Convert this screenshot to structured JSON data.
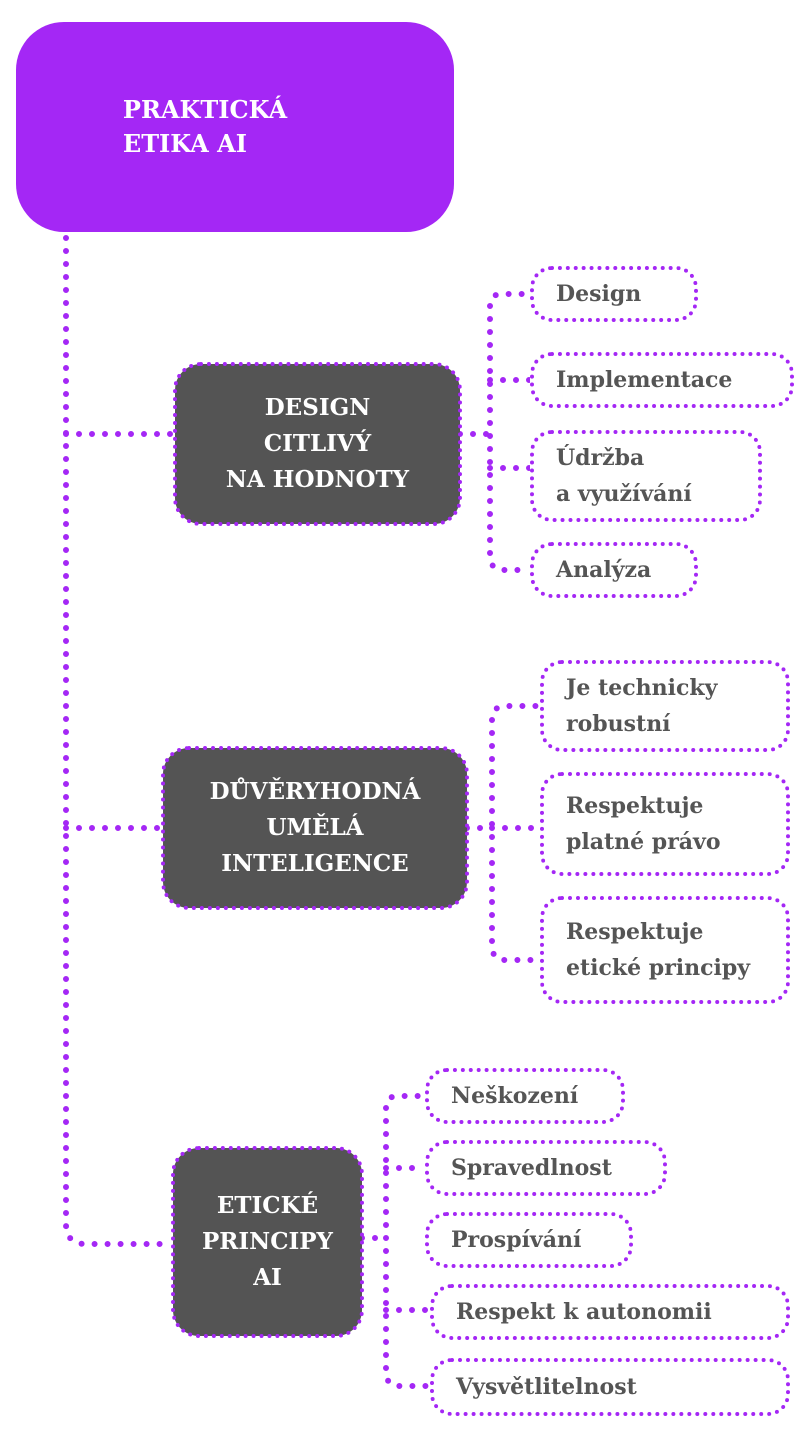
{
  "colors": {
    "accent": "#a427f5",
    "hub_fill": "#545454",
    "leaf_text": "#555555"
  },
  "root": {
    "label": "PRAKTICKÁ\nETIKA AI"
  },
  "branches": [
    {
      "label": "DESIGN\nCITLIVÝ\nNA HODNOTY",
      "items": [
        "Design",
        "Implementace",
        "Údržba\na využívání",
        "Analýza"
      ]
    },
    {
      "label": "DŮVĚRYHODNÁ\nUMĚLÁ\nINTELIGENCE",
      "items": [
        "Je technicky\nrobustní",
        "Respektuje\nplatné právo",
        "Respektuje\netické principy"
      ]
    },
    {
      "label": "ETICKÉ\nPRINCIPY\nAI",
      "items": [
        "Neškození",
        "Spravedlnost",
        "Prospívání",
        "Respekt k autonomii",
        "Vysvětlitelnost"
      ]
    }
  ]
}
